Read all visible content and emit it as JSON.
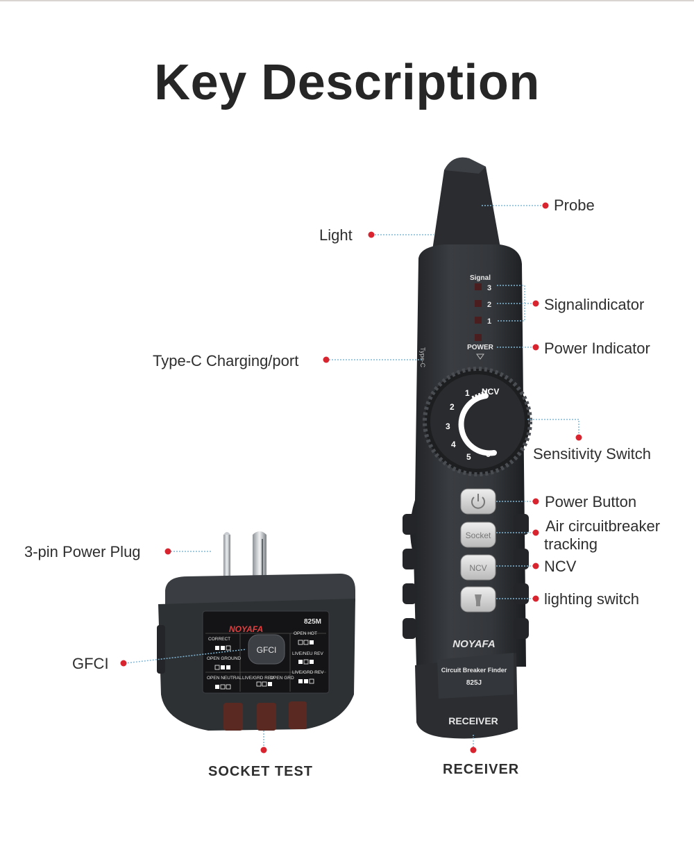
{
  "title": "Key Description",
  "callouts": {
    "probe": "Probe",
    "light": "Light",
    "signal_indicator": "Signalindicator",
    "power_indicator": "Power Indicator",
    "type_c": "Type-C Charging/port",
    "sensitivity_switch": "Sensitivity Switch",
    "power_button": "Power Button",
    "air_breaker_line1": "Air circuitbreaker",
    "air_breaker_line2": "tracking",
    "ncv": "NCV",
    "lighting_switch": "lighting switch",
    "power_plug": "3-pin Power Plug",
    "gfci": "GFCI",
    "socket_test": "SOCKET TEST",
    "receiver": "RECEIVER"
  },
  "receiver_device": {
    "signal_label": "Signal",
    "signal_levels": [
      "3",
      "2",
      "1"
    ],
    "power_label": "POWER",
    "port_label": "Type-C",
    "dial_marks": [
      "NCV",
      "1",
      "2",
      "3",
      "4",
      "5",
      "6"
    ],
    "buttons": [
      "Socket",
      "NCV"
    ],
    "brand": "NOYAFA",
    "model_line": "Circuit Breaker Finder",
    "model": "825J",
    "name": "RECEIVER"
  },
  "socket_device": {
    "brand": "NOYAFA",
    "model": "825M",
    "button": "GFCI",
    "panel_labels": [
      "CORRECT",
      "OPEN GROUND",
      "OPEN NEUTRAL",
      "LIVE/GRD REV",
      "OPEN GRD",
      "OPEN HOT",
      "LIVE/NEU REV",
      "LIVE/GRD REV"
    ]
  },
  "colors": {
    "dot": "#d8242f",
    "leader": "#7fb8d8",
    "device_body": "#2f3235"
  }
}
